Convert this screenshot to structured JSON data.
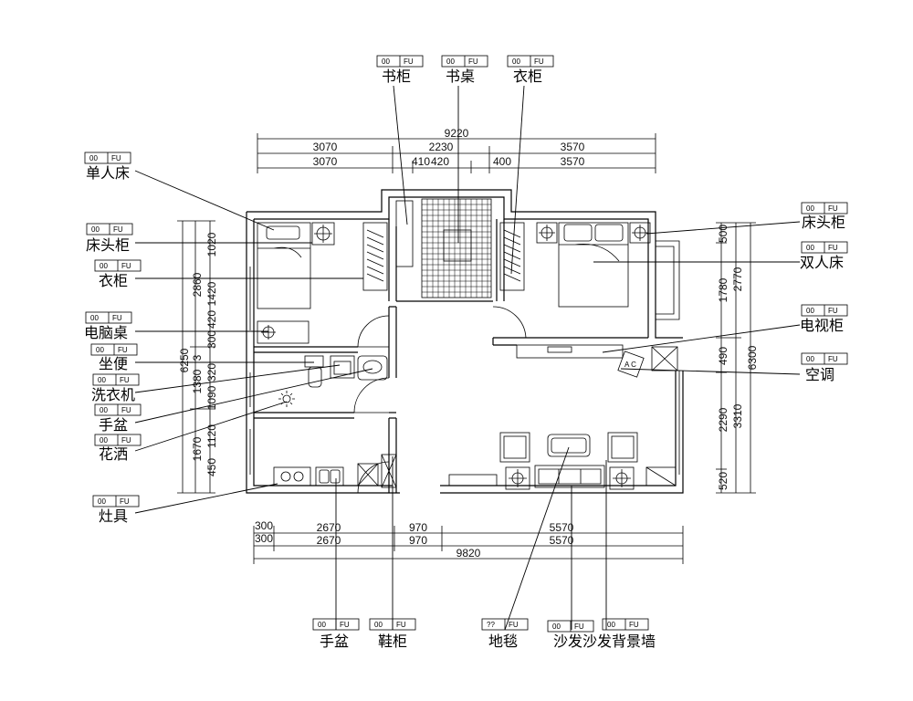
{
  "dimensions": {
    "top": {
      "total": "9220",
      "row1": [
        "3070",
        "2230",
        "3570"
      ],
      "row2": [
        "3070",
        "410",
        "420",
        "400",
        "3570"
      ]
    },
    "bottom": {
      "row1": [
        "300",
        "2670",
        "970",
        "5570"
      ],
      "row2": [
        "300",
        "2670",
        "970",
        "5570"
      ],
      "total": "9820"
    },
    "left": {
      "total": "6250",
      "row1": [
        "2860",
        "3",
        "1380",
        "1670"
      ],
      "row2": [
        "1020",
        "1420",
        "420",
        "300",
        "320",
        "1090",
        "1120",
        "450"
      ]
    },
    "right": {
      "row1": [
        "500",
        "1780",
        "490",
        "2290",
        "520"
      ],
      "row2": [
        "2770",
        "3310"
      ],
      "total": "6300"
    }
  },
  "tags": {
    "default": "00",
    "unknown": "??",
    "code": "FU"
  },
  "labels": {
    "single_bed": "单人床",
    "bedside_left": "床头柜",
    "wardrobe_left": "衣柜",
    "computer_desk": "电脑桌",
    "toilet": "坐便",
    "washer": "洗衣机",
    "basin_left": "手盆",
    "shower": "花洒",
    "stove": "灶具",
    "bookcase": "书柜",
    "desk": "书桌",
    "wardrobe_top": "衣柜",
    "bedside_right": "床头柜",
    "double_bed": "双人床",
    "tv_cabinet": "电视柜",
    "air_conditioner": "空调",
    "basin_bottom": "手盆",
    "shoe_cabinet": "鞋柜",
    "carpet": "地毯",
    "sofa": "沙发",
    "sofa_wall": "沙发背景墙"
  },
  "ac_mark": "A C"
}
